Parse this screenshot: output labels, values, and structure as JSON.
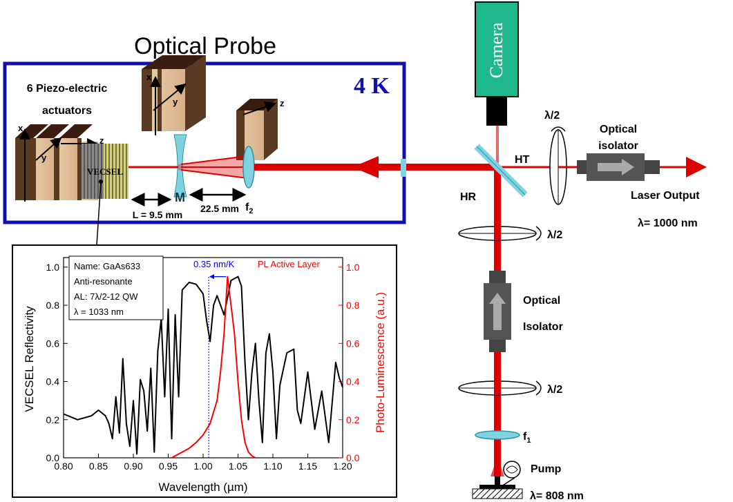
{
  "title": "Optical Probe",
  "temperature": "4 K",
  "piezo_label_line1": "6 Piezo-electric",
  "piezo_label_line2": "actuators",
  "axis_x": "x",
  "axis_y": "y",
  "axis_z": "z",
  "vecsel_label": "VECSEL",
  "mirror_label": "M",
  "f2_label": "f",
  "f2_sub": "2",
  "dist_L": "L = 9.5 mm",
  "dist_22": "22.5 mm",
  "camera_label": "Camera",
  "half_wave": "λ/2",
  "optical_isolator_top_1": "Optical",
  "optical_isolator_top_2": "isolator",
  "ht_label": "HT",
  "hr_label": "HR",
  "laser_output": "Laser Output",
  "lambda_output": "λ= 1000 nm",
  "optical_isolator_mid_1": "Optical",
  "optical_isolator_mid_2": "Isolator",
  "f1_label": "f",
  "f1_sub": "1",
  "pump_label": "Pump",
  "lambda_pump": "λ= 808 nm",
  "colors": {
    "probe_border": "#1010b0",
    "laser": "#dd0000",
    "camera": "#1fb88a",
    "optic": "#7fd3e0",
    "reflectivity": "#000000",
    "pl": "#ff0000",
    "shift": "#0000ff"
  },
  "chart_data": {
    "type": "line",
    "xlabel": "Wavelength (µm)",
    "ylabel_left": "VECSEL Reflectivity",
    "ylabel_right": "Photo-Luminescence (a.u.)",
    "xlim": [
      0.8,
      1.2
    ],
    "ylim": [
      0.0,
      1.05
    ],
    "x_ticks": [
      "0.80",
      "0.85",
      "0.90",
      "0.95",
      "1.00",
      "1.05",
      "1.10",
      "1.15",
      "1.20"
    ],
    "y_ticks": [
      "0.0",
      "0.2",
      "0.4",
      "0.6",
      "0.8",
      "1.0"
    ],
    "y_ticks_right": [
      "0.0",
      "0.2",
      "0.4",
      "0.6",
      "0.8",
      "1.0"
    ],
    "legend_lines": [
      "Name: GaAs633",
      "Anti-resonante",
      "AL: 7λ/2-12 QW",
      "λ = 1033 nm"
    ],
    "pl_annotation": "PL Active Layer",
    "shift_annotation": "0.35 nm/K",
    "series": [
      {
        "name": "VECSEL Reflectivity",
        "x": [
          0.8,
          0.82,
          0.84,
          0.85,
          0.86,
          0.865,
          0.87,
          0.875,
          0.88,
          0.885,
          0.89,
          0.895,
          0.9,
          0.905,
          0.91,
          0.915,
          0.92,
          0.925,
          0.93,
          0.935,
          0.94,
          0.945,
          0.95,
          0.955,
          0.96,
          0.965,
          0.97,
          0.98,
          0.99,
          1.0,
          1.005,
          1.01,
          1.015,
          1.02,
          1.03,
          1.04,
          1.05,
          1.055,
          1.06,
          1.065,
          1.07,
          1.075,
          1.08,
          1.085,
          1.09,
          1.095,
          1.1,
          1.105,
          1.11,
          1.12,
          1.13,
          1.135,
          1.14,
          1.15,
          1.16,
          1.17,
          1.18,
          1.19,
          1.195,
          1.2
        ],
        "y": [
          0.23,
          0.2,
          0.22,
          0.25,
          0.22,
          0.18,
          0.1,
          0.32,
          0.13,
          0.52,
          0.18,
          0.06,
          0.3,
          0.02,
          0.41,
          0.35,
          0.14,
          0.47,
          0.03,
          0.56,
          0.73,
          0.32,
          0.78,
          0.1,
          0.75,
          0.32,
          0.88,
          0.92,
          0.91,
          0.86,
          0.72,
          0.61,
          0.8,
          0.85,
          0.75,
          0.93,
          0.95,
          0.9,
          0.5,
          0.2,
          0.45,
          0.6,
          0.3,
          0.08,
          0.55,
          0.65,
          0.45,
          0.1,
          0.38,
          0.55,
          0.57,
          0.25,
          0.18,
          0.45,
          0.15,
          0.35,
          0.08,
          0.5,
          0.42,
          0.37
        ]
      },
      {
        "name": "PL Active Layer",
        "x": [
          0.955,
          0.96,
          0.97,
          0.98,
          0.99,
          1.0,
          1.01,
          1.02,
          1.025,
          1.03,
          1.035,
          1.04,
          1.045,
          1.05,
          1.055,
          1.06,
          1.065,
          1.07,
          1.075
        ],
        "y": [
          0.0,
          0.01,
          0.03,
          0.05,
          0.08,
          0.12,
          0.18,
          0.3,
          0.45,
          0.65,
          0.95,
          0.8,
          0.65,
          0.4,
          0.2,
          0.08,
          0.03,
          0.01,
          0.0
        ]
      }
    ]
  }
}
